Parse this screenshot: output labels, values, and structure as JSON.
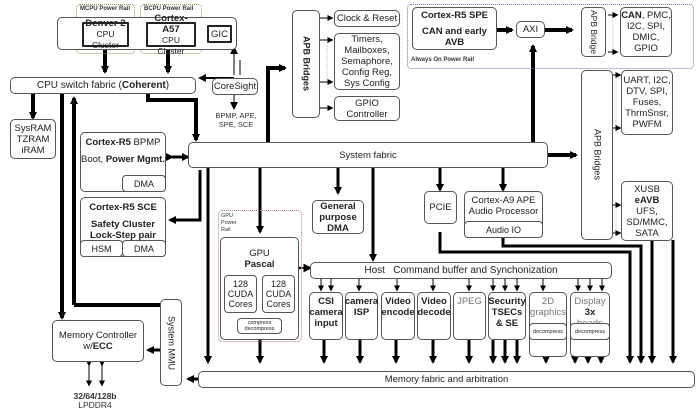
{
  "power_rails": {
    "mcpu": "MCPU Power Rail",
    "bcpu": "BCPU Power Rail",
    "always_on": "Always On Power Rail",
    "gpu": [
      "GPU",
      "Power",
      "Rail"
    ]
  },
  "cpu": {
    "denver": {
      "title": "Denver 2",
      "sub": "CPU Cluster"
    },
    "a57": {
      "title": "Cortex-A57",
      "sub": "CPU Cluster"
    },
    "gic": "GIC"
  },
  "cpu_switch": {
    "text": "CPU switch fabric (",
    "bold": "Coherent",
    "end": ")"
  },
  "coresight": {
    "label": "CoreSight",
    "targets": [
      "BPMP, APE,",
      "SPE, SCE"
    ]
  },
  "apb_bridges_top": "APB Bridges",
  "apb_top_blocks": {
    "clock_reset": "Clock & Reset",
    "timers": [
      "Timers,",
      "Mailboxes,",
      "Semaphore,",
      "Config Reg,",
      "Sys Config"
    ],
    "gpio": [
      "GPIO",
      "Controller"
    ]
  },
  "spe": {
    "title": "Cortex-R5 SPE",
    "desc": [
      "CAN and early",
      "AVB"
    ]
  },
  "axi": "AXI",
  "apb_bridge_spe": [
    "APB",
    "Bridge"
  ],
  "spe_periph": {
    "bold": "CAN",
    "rest": [
      ", PMC,",
      "I2C, SPI,",
      "DMIC, GPIO"
    ]
  },
  "apb_bridges_right": "APB Bridges",
  "right_periph_1": [
    "UART, I2C,",
    "DTV, SPI,",
    "Fuses,",
    "ThrmSnsr,",
    "PWFM"
  ],
  "right_periph_2": {
    "line1": "XUSB",
    "bold": "eAVB",
    "rest": [
      "UFS,",
      "SD/MMC,",
      "SATA"
    ]
  },
  "sysram": [
    "SysRAM",
    "TZRAM",
    "iRAM"
  ],
  "bpmp": {
    "title_bold": "Cortex-R5",
    "title_rest": " BPMP",
    "desc_plain": "Boot, ",
    "desc_bold": "Power Mgmt.",
    "dma": "DMA"
  },
  "sce": {
    "title": "Cortex-R5 SCE",
    "desc": [
      "Safety Cluster",
      "Lock-Step pair"
    ],
    "hsm": "HSM",
    "dma": "DMA"
  },
  "system_fabric": "System fabric",
  "gp_dma": [
    "General",
    "purpose",
    "DMA"
  ],
  "pcie": "PCIE",
  "ape": {
    "title": [
      "Cortex-A9 APE",
      "Audio Processor"
    ],
    "audio_io": "Audio IO"
  },
  "gpu": {
    "title": "GPU",
    "arch": "Pascal",
    "cores": [
      [
        "128",
        "CUDA",
        "Cores"
      ],
      [
        "128",
        "CUDA",
        "Cores"
      ]
    ],
    "compress": [
      "compress",
      "decompress"
    ]
  },
  "host": "Host   Command buffer and Synchonization",
  "engines": [
    {
      "lines": [
        "CSI",
        "camera",
        "input"
      ],
      "bold": true
    },
    {
      "lines": [
        "camera",
        "ISP"
      ],
      "bold": true
    },
    {
      "lines": [
        "Video",
        "encode"
      ],
      "bold": true
    },
    {
      "lines": [
        "Video",
        "decode"
      ],
      "bold": true
    },
    {
      "lines": [
        "JPEG"
      ],
      "bold": false
    },
    {
      "lines": [
        "Security",
        "TSECs",
        "& SE"
      ],
      "bold": true
    },
    {
      "lines": [
        "2D",
        "graphics"
      ],
      "bold": false,
      "sub": "decompress"
    },
    {
      "lines": [
        "Display"
      ],
      "bold_line": "3x",
      "rest_line": " heads",
      "sub": "decompress"
    }
  ],
  "memory_controller": {
    "text": "Memory Controller",
    "prefix": "w/",
    "bold": "ECC"
  },
  "system_mmu": "System MMU",
  "memory_fabric": "Memory fabric and arbitration",
  "dram": {
    "width": "32/64/128b",
    "type": "LPDDR4"
  }
}
